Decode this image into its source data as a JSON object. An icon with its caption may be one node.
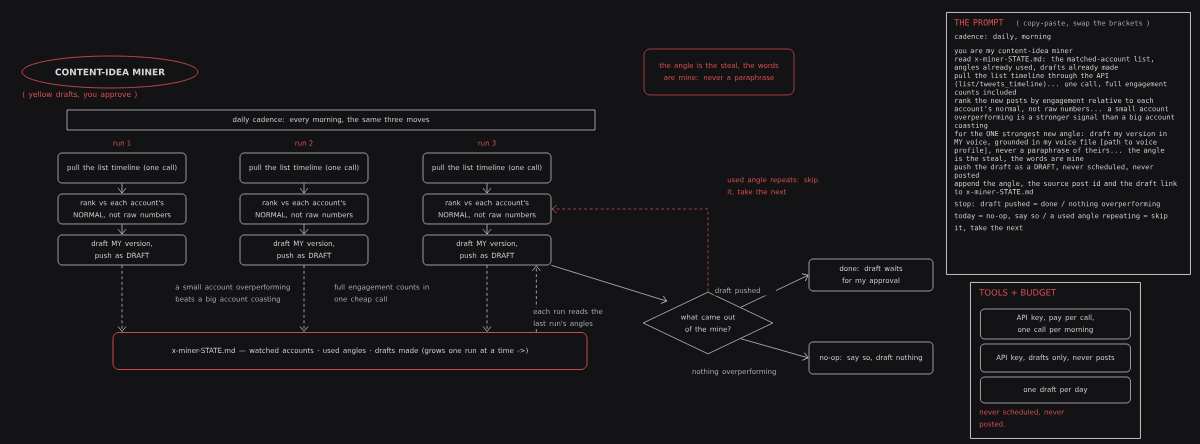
{
  "diagram": {
    "nodes": [
      {
        "text": [
          "CONTENT-IDEA MINER"
        ]
      },
      {
        "text": [
          "daily cadence: every morning, the same three moves"
        ]
      },
      {
        "text": [
          "pull the list timeline (one call)"
        ]
      },
      {
        "text": [
          "rank vs each account's NORMAL, not raw numbers"
        ]
      },
      {
        "text": [
          "draft MY version, push as DRAFT"
        ]
      },
      {
        "text": [
          "pull the list timeline (one call)"
        ]
      },
      {
        "text": [
          "rank vs each account's NORMAL, not raw numbers"
        ]
      },
      {
        "text": [
          "draft MY version, push as DRAFT"
        ]
      },
      {
        "text": [
          "pull the list timeline (one call)"
        ]
      },
      {
        "text": [
          "rank vs each account's NORMAL, not raw numbers"
        ]
      },
      {
        "text": [
          "draft MY version, push as DRAFT"
        ]
      },
      {
        "text": [
          "x-miner-STATE.md — watched accounts · used angles · drafts made (grows one run at a time ->)"
        ]
      },
      {
        "text": [
          "what came out of the mine?"
        ]
      },
      {
        "text": [
          "done: draft waits for my approval"
        ]
      },
      {
        "text": [
          "no-op: say so, draft nothing"
        ]
      },
      {
        "text": [
          "the angle is the steal, the words are mine: never a paraphrase"
        ]
      },
      {
        "text": [
          "THE PROMPT",
          "( copy-paste, swap the brackets )",
          "cadence: daily, morning",
          "you are my content-idea miner",
          "read x-miner-STATE.md: the matched-account list, angles already used, drafts already made",
          "pull the list timeline through the API (list/tweets_timeline)... one call, full engagement counts included",
          "rank the new posts by engagement relative to each account's normal, not raw numbers... a small account overperforming is a stronger signal than a big account coasting",
          "for the ONE strongest new angle: draft my version in MY voice, grounded in my voice file [path to voice profile], never a paraphrase of theirs... the angle is the steal, the words are mine",
          "push the draft as a DRAFT, never scheduled, never posted",
          "append the angle, the source post id and the draft link to x-miner-STATE.md",
          "stop: draft pushed = done / nothing overperforming today = no-op, say so / a used angle repeating = skip it, take the next"
        ]
      },
      {
        "text": [
          "TOOLS + BUDGET",
          "never scheduled, never posted."
        ]
      },
      {
        "text": [
          "API key, pay per call, one call per morning"
        ],
        "in": 17
      },
      {
        "text": [
          "API key, drafts only, never posts"
        ],
        "in": 17
      },
      {
        "text": [
          "one draft per day"
        ],
        "in": 17
      }
    ],
    "edges": [
      {
        "from": 2,
        "to": 3,
        "arrow": "to"
      },
      {
        "from": 3,
        "to": 4,
        "arrow": "to"
      },
      {
        "from": 5,
        "to": 6,
        "arrow": "to"
      },
      {
        "from": 6,
        "to": 7,
        "arrow": "to"
      },
      {
        "from": 8,
        "to": 9,
        "arrow": "to"
      },
      {
        "from": 9,
        "to": 10,
        "arrow": "to"
      },
      {
        "from": 4,
        "to": 11,
        "arrow": "to",
        "style": "dashed"
      },
      {
        "from": 7,
        "to": 11,
        "arrow": "to",
        "style": "dashed"
      },
      {
        "from": 10,
        "to": 11,
        "arrow": "to",
        "style": "dashed"
      },
      {
        "from": 11,
        "to": 10,
        "arrow": "to",
        "style": "dashed",
        "label": "each run reads the last run's angles"
      },
      {
        "from": 10,
        "to": 12,
        "arrow": "to"
      },
      {
        "from": 12,
        "to": 9,
        "arrow": "to",
        "style": "dashed",
        "color": "#e0524f",
        "label": "used angle repeats: skip it, take the next"
      },
      {
        "from": 12,
        "to": 13,
        "arrow": "to",
        "label": "draft pushed"
      },
      {
        "from": 12,
        "to": 14,
        "arrow": "to",
        "label": "nothing overperforming"
      }
    ],
    "labels": [
      "( yellow drafts, you approve )",
      "run 1",
      "run 2",
      "run 3",
      "a small account overperforming beats a big account coasting",
      "full engagement counts in one cheap call"
    ]
  }
}
